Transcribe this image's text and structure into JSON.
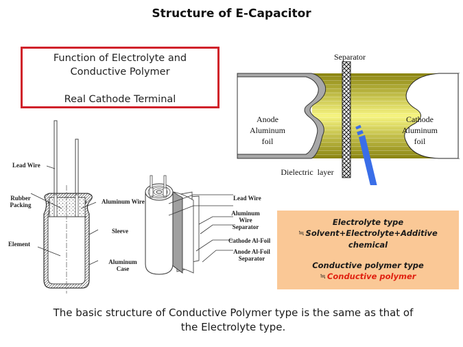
{
  "title": "Structure of E-Capacitor",
  "function_box": {
    "line1": "Function of Electrolyte and",
    "line2": "Conductive Polymer",
    "line3": "Real Cathode Terminal",
    "border_color": "#d0202a"
  },
  "layer_diagram": {
    "separator_label": "Separator",
    "anode_label": [
      "Anode",
      "Aluminum",
      "foil"
    ],
    "cathode_label": [
      "Cathode",
      "Aluminum",
      "foil"
    ],
    "dielectric_label": "Dielectric  layer",
    "electrolyte_color": "#c8c040",
    "arrow_color": "#3a6ee8"
  },
  "capacitor_section": {
    "labels": {
      "lead_wire": "Lead Wire",
      "rubber_packing": [
        "Rubber",
        "Packing"
      ],
      "element": "Element",
      "aluminum_wire": "Aluminum Wire",
      "sleeve": "Sleeve",
      "aluminum_case": [
        "Aluminum",
        "Case"
      ]
    }
  },
  "winding_diagram": {
    "labels": {
      "lead_wire": "Lead Wire",
      "aluminum_wire_separator": [
        "Aluminum",
        "Wire",
        "Separator"
      ],
      "cathode_foil": "Cathode Al-Foil",
      "anode_foil_separator": [
        "Anode Al-Foil",
        "Separator"
      ]
    }
  },
  "info_box": {
    "electrolyte_heading": "Electrolyte type",
    "approx_symbol": "≒",
    "electrolyte_line1": "Solvent+Electrolyte+Additive",
    "electrolyte_line2": "chemical",
    "polymer_heading": "Conductive polymer type",
    "polymer_value": "Conductive polymer",
    "background": "#fac896",
    "highlight_color": "#e02010"
  },
  "caption": {
    "line1": "The basic structure of Conductive Polymer type is the same as that of",
    "line2": "the Electrolyte type."
  }
}
